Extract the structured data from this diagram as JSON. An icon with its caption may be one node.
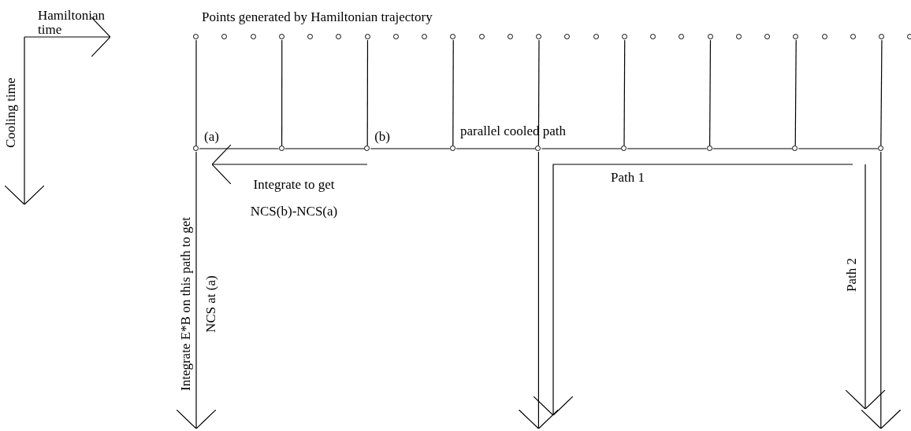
{
  "diagram": {
    "nodes": [
      {
        "text": [],
        "shape": "circle"
      },
      {
        "text": [],
        "shape": "circle"
      },
      {
        "text": [],
        "shape": "circle"
      },
      {
        "text": [],
        "shape": "circle"
      },
      {
        "text": [],
        "shape": "circle"
      },
      {
        "text": [],
        "shape": "circle"
      },
      {
        "text": [],
        "shape": "circle"
      },
      {
        "text": [],
        "shape": "circle"
      },
      {
        "text": [],
        "shape": "circle"
      },
      {
        "text": [],
        "shape": "circle"
      },
      {
        "text": [],
        "shape": "circle"
      },
      {
        "text": [],
        "shape": "circle"
      },
      {
        "text": [],
        "shape": "circle"
      },
      {
        "text": [],
        "shape": "circle"
      },
      {
        "text": [],
        "shape": "circle"
      },
      {
        "text": [],
        "shape": "circle"
      },
      {
        "text": [],
        "shape": "circle"
      },
      {
        "text": [],
        "shape": "circle"
      },
      {
        "text": [],
        "shape": "circle"
      },
      {
        "text": [],
        "shape": "circle"
      },
      {
        "text": [],
        "shape": "circle"
      },
      {
        "text": [],
        "shape": "circle"
      },
      {
        "text": [],
        "shape": "circle"
      },
      {
        "text": [],
        "shape": "circle"
      },
      {
        "text": [],
        "shape": "circle"
      },
      {
        "text": [],
        "shape": "circle"
      },
      {
        "text": [],
        "shape": "circle",
        "beside": [
          "(a)"
        ]
      },
      {
        "text": [],
        "shape": "circle"
      },
      {
        "text": [],
        "shape": "circle",
        "beside": [
          "(b)"
        ]
      },
      {
        "text": [],
        "shape": "circle"
      },
      {
        "text": [],
        "shape": "circle"
      },
      {
        "text": [],
        "shape": "circle"
      },
      {
        "text": [],
        "shape": "circle"
      },
      {
        "text": [],
        "shape": "circle"
      },
      {
        "text": [],
        "shape": "circle"
      }
    ],
    "edges": [
      {
        "from": 0,
        "to": 26,
        "arrow": "none"
      },
      {
        "from": 3,
        "to": 27,
        "arrow": "none"
      },
      {
        "from": 6,
        "to": 28,
        "arrow": "none"
      },
      {
        "from": 9,
        "to": 29,
        "arrow": "none"
      },
      {
        "from": 12,
        "to": 30,
        "arrow": "none"
      },
      {
        "from": 15,
        "to": 31,
        "arrow": "none"
      },
      {
        "from": 18,
        "to": 32,
        "arrow": "none"
      },
      {
        "from": 21,
        "to": 33,
        "arrow": "none"
      },
      {
        "from": 24,
        "to": 34,
        "arrow": "none"
      },
      {
        "from": 26,
        "to": 27,
        "arrow": "none"
      },
      {
        "from": 27,
        "to": 28,
        "arrow": "none"
      },
      {
        "from": 28,
        "to": 29,
        "arrow": "none"
      },
      {
        "from": 29,
        "to": 30,
        "arrow": "none"
      },
      {
        "from": 30,
        "to": 31,
        "arrow": "none"
      },
      {
        "from": 31,
        "to": 32,
        "arrow": "none"
      },
      {
        "from": 32,
        "to": 33,
        "arrow": "none"
      },
      {
        "from": 33,
        "to": 34,
        "arrow": "none"
      },
      {
        "from": 26,
        "to": null,
        "arrow": "to"
      },
      {
        "from": 30,
        "to": null,
        "arrow": "to"
      },
      {
        "from": 34,
        "to": null,
        "arrow": "to"
      }
    ],
    "labels": [
      "Hamiltonian time",
      "Cooling time",
      "Points generated by Hamiltonian trajectory",
      "parallel cooled path",
      "Integrate to get NCS(b)-NCS(a)",
      "Path 1",
      "Integrate E*B on this path to get NCS at (a)",
      "Path 2"
    ]
  }
}
